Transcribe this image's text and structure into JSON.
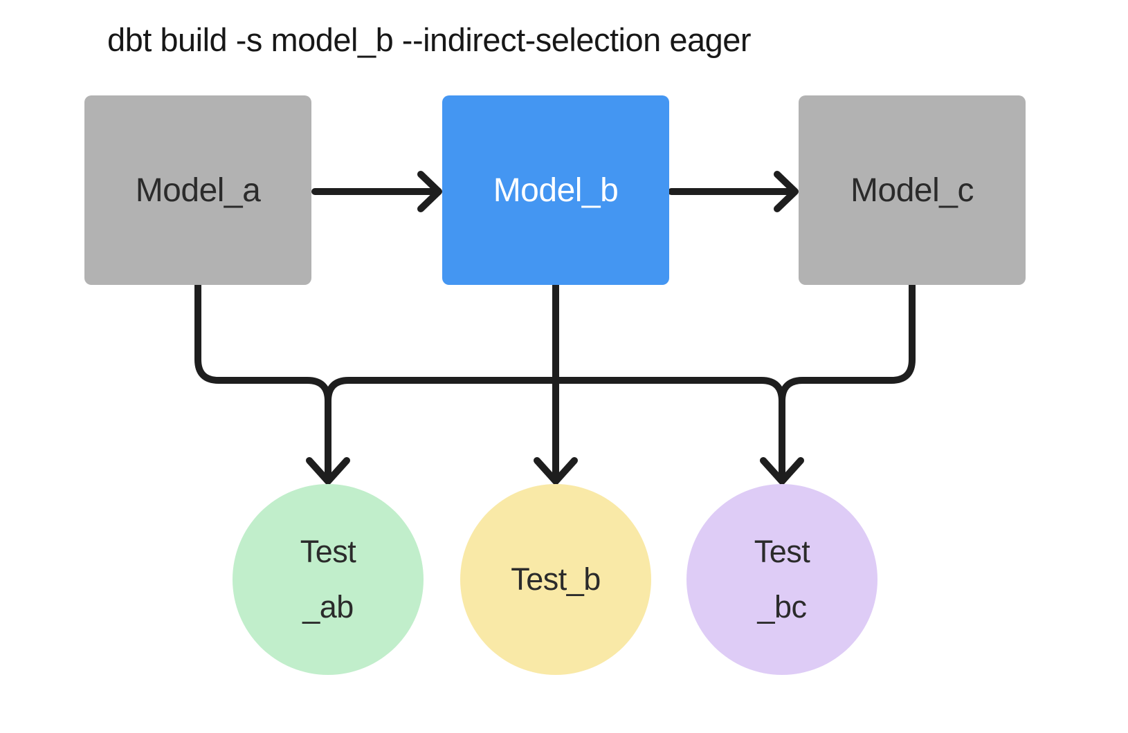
{
  "title": "dbt build -s model_b --indirect-selection eager",
  "colors": {
    "background": "#FFFFFF",
    "line": "#1E1E1E",
    "model_gray": "#B2B2B2",
    "model_selected_blue": "#4496F2",
    "test_green": "#C1EECB",
    "test_yellow": "#F9E9A7",
    "test_purple": "#DECCF6"
  },
  "models": [
    {
      "id": "model_a",
      "label": "Model_a",
      "fill": "#B2B2B2",
      "text_color": "#2B2B2B"
    },
    {
      "id": "model_b",
      "label": "Model_b",
      "fill": "#4496F2",
      "text_color": "#FFFFFF"
    },
    {
      "id": "model_c",
      "label": "Model_c",
      "fill": "#B2B2B2",
      "text_color": "#2B2B2B"
    }
  ],
  "tests": [
    {
      "id": "test_ab",
      "line1": "Test",
      "line2": "_ab",
      "fill": "#C1EECB",
      "text_color": "#2B2B2B"
    },
    {
      "id": "test_b",
      "line1": "Test_b",
      "line2": "",
      "fill": "#F9E9A7",
      "text_color": "#2B2B2B"
    },
    {
      "id": "test_bc",
      "line1": "Test",
      "line2": "_bc",
      "fill": "#DECCF6",
      "text_color": "#2B2B2B"
    }
  ],
  "edges": [
    {
      "from": "model_a",
      "to": "model_b"
    },
    {
      "from": "model_b",
      "to": "model_c"
    },
    {
      "from": "model_a",
      "to": "test_ab"
    },
    {
      "from": "model_b",
      "to": "test_ab"
    },
    {
      "from": "model_b",
      "to": "test_b"
    },
    {
      "from": "model_b",
      "to": "test_bc"
    },
    {
      "from": "model_c",
      "to": "test_bc"
    }
  ]
}
